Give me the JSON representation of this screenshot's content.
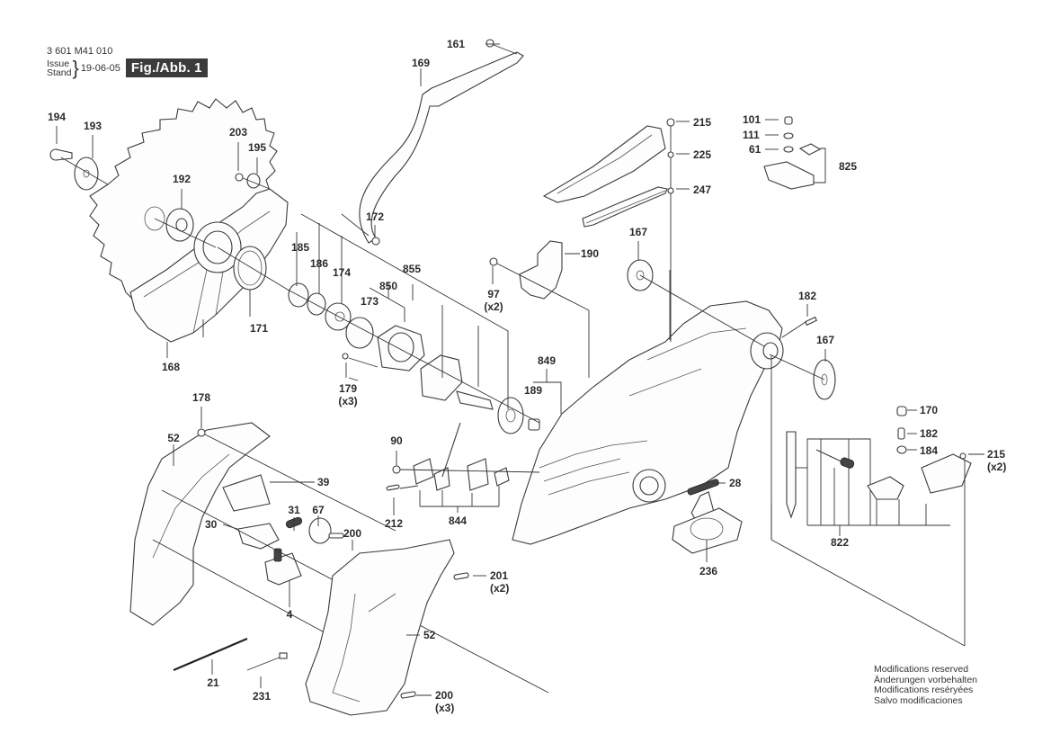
{
  "header": {
    "document_number": "3 601 M41 010",
    "issue_label_en": "Issue",
    "issue_label_de": "Stand",
    "issue_date": "19-06-05",
    "figure_label": "Fig./Abb. 1"
  },
  "footer": {
    "notes": [
      "Modifications reserved",
      "Änderungen vorbehalten",
      "Modifications reséryées",
      "Salvo modificaciones"
    ]
  },
  "callouts": {
    "p161": {
      "number": "161",
      "qty": ""
    },
    "p169": {
      "number": "169",
      "qty": ""
    },
    "p194": {
      "number": "194",
      "qty": ""
    },
    "p193": {
      "number": "193",
      "qty": ""
    },
    "p192": {
      "number": "192",
      "qty": ""
    },
    "p203": {
      "number": "203",
      "qty": ""
    },
    "p195": {
      "number": "195",
      "qty": ""
    },
    "p172": {
      "number": "172",
      "qty": ""
    },
    "p171": {
      "number": "171",
      "qty": ""
    },
    "p168": {
      "number": "168",
      "qty": ""
    },
    "p185": {
      "number": "185",
      "qty": ""
    },
    "p186": {
      "number": "186",
      "qty": ""
    },
    "p174": {
      "number": "174",
      "qty": ""
    },
    "p855": {
      "number": "855",
      "qty": ""
    },
    "p850": {
      "number": "850",
      "qty": ""
    },
    "p173": {
      "number": "173",
      "qty": ""
    },
    "p179": {
      "number": "179",
      "qty": "(x3)"
    },
    "p97": {
      "number": "97",
      "qty": "(x2)"
    },
    "p190": {
      "number": "190",
      "qty": ""
    },
    "p215a": {
      "number": "215",
      "qty": ""
    },
    "p225": {
      "number": "225",
      "qty": ""
    },
    "p247": {
      "number": "247",
      "qty": ""
    },
    "p101": {
      "number": "101",
      "qty": ""
    },
    "p111": {
      "number": "111",
      "qty": ""
    },
    "p61": {
      "number": "61",
      "qty": ""
    },
    "p825": {
      "number": "825",
      "qty": ""
    },
    "p167a": {
      "number": "167",
      "qty": ""
    },
    "p182a": {
      "number": "182",
      "qty": ""
    },
    "p167b": {
      "number": "167",
      "qty": ""
    },
    "p849": {
      "number": "849",
      "qty": ""
    },
    "p189": {
      "number": "189",
      "qty": ""
    },
    "p178": {
      "number": "178",
      "qty": ""
    },
    "p52a": {
      "number": "52",
      "qty": ""
    },
    "p39": {
      "number": "39",
      "qty": ""
    },
    "p30": {
      "number": "30",
      "qty": ""
    },
    "p31": {
      "number": "31",
      "qty": ""
    },
    "p67": {
      "number": "67",
      "qty": ""
    },
    "p200a": {
      "number": "200",
      "qty": ""
    },
    "p4": {
      "number": "4",
      "qty": ""
    },
    "p90": {
      "number": "90",
      "qty": ""
    },
    "p212": {
      "number": "212",
      "qty": ""
    },
    "p844": {
      "number": "844",
      "qty": ""
    },
    "p28": {
      "number": "28",
      "qty": ""
    },
    "p236": {
      "number": "236",
      "qty": ""
    },
    "p170": {
      "number": "170",
      "qty": ""
    },
    "p182b": {
      "number": "182",
      "qty": ""
    },
    "p184": {
      "number": "184",
      "qty": ""
    },
    "p215b": {
      "number": "215",
      "qty": "(x2)"
    },
    "p822": {
      "number": "822",
      "qty": ""
    },
    "p201": {
      "number": "201",
      "qty": "(x2)"
    },
    "p52b": {
      "number": "52",
      "qty": ""
    },
    "p21": {
      "number": "21",
      "qty": ""
    },
    "p231": {
      "number": "231",
      "qty": ""
    },
    "p200b": {
      "number": "200",
      "qty": "(x3)"
    }
  }
}
